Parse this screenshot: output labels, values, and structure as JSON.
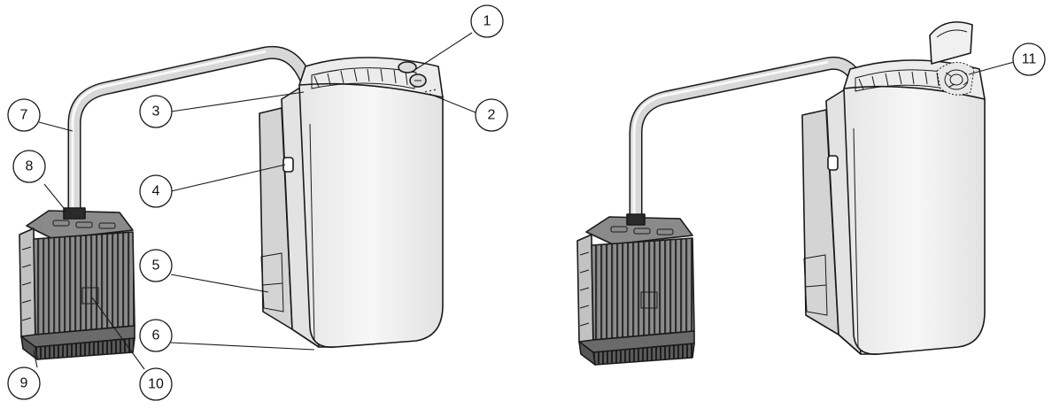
{
  "callouts": [
    {
      "id": "c1",
      "label": "1"
    },
    {
      "id": "c2",
      "label": "2"
    },
    {
      "id": "c3",
      "label": "3"
    },
    {
      "id": "c4",
      "label": "4"
    },
    {
      "id": "c5",
      "label": "5"
    },
    {
      "id": "c6",
      "label": "6"
    },
    {
      "id": "c7",
      "label": "7"
    },
    {
      "id": "c8",
      "label": "8"
    },
    {
      "id": "c9",
      "label": "9"
    },
    {
      "id": "c10",
      "label": "10"
    },
    {
      "id": "c11",
      "label": "11"
    }
  ],
  "colors": {
    "body_light": "#f2f2f2",
    "body_side": "#dcdcdc",
    "body_shadow": "#c4c4c4",
    "grille": "#7a7a7a",
    "dark_band": "#6a6a6a",
    "outline": "#1a1a1a"
  }
}
